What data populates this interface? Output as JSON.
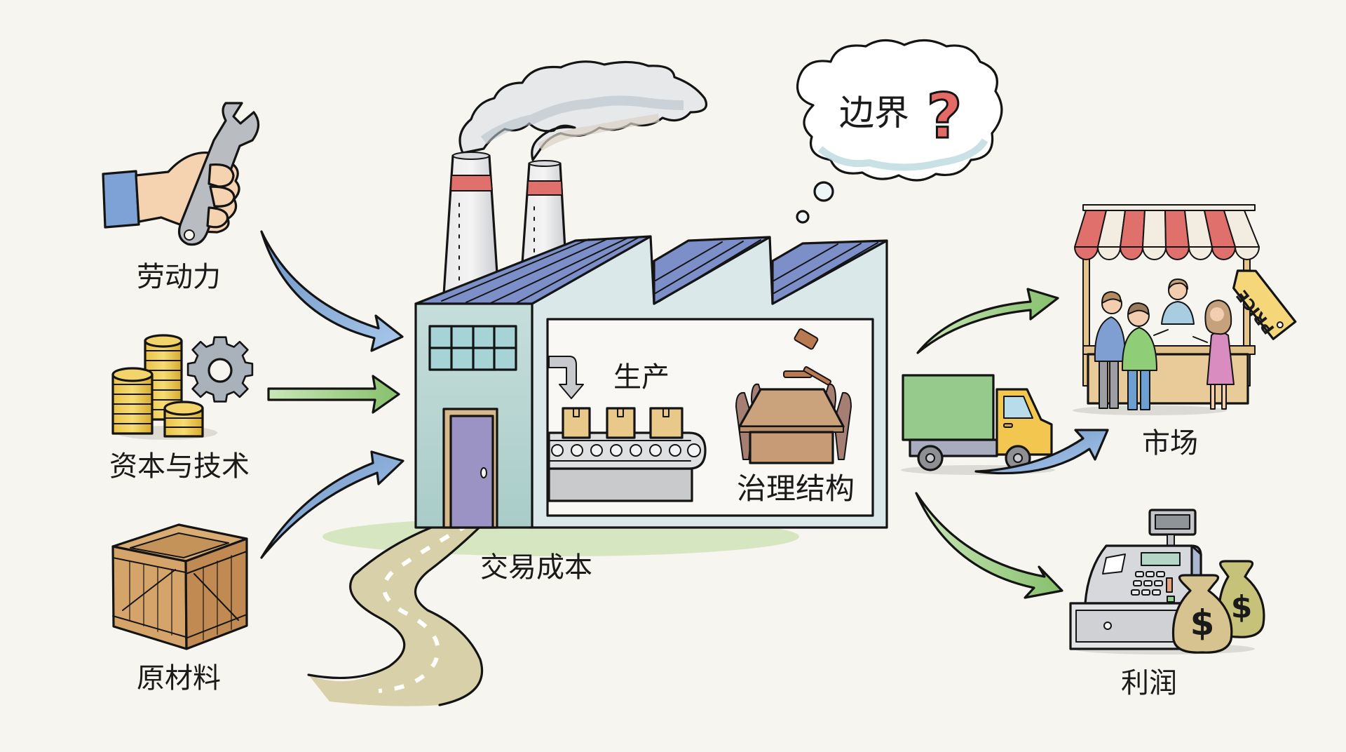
{
  "title": "企业边界与交易成本示意图",
  "colors": {
    "background": "#f7f5ef",
    "arrow_blue": "#8fb3dc",
    "arrow_green": "#94c97d",
    "factory_wall": "#b9d6d3",
    "factory_front": "#dbe8ea",
    "roof": "#7d8fc9",
    "smokestack_band": "#e0706c",
    "question_mark": "#e46a66",
    "truck_cargo": "#96c98c",
    "truck_cab": "#f2c64f",
    "awning_red": "#e0706c"
  },
  "inputs": [
    {
      "id": "labor",
      "label": "劳动力",
      "icon": "hand-wrench-icon"
    },
    {
      "id": "capital",
      "label": "资本与技术",
      "icon": "coins-gear-icon"
    },
    {
      "id": "materials",
      "label": "原材料",
      "icon": "wooden-crate-icon"
    }
  ],
  "factory": {
    "production_label": "生产",
    "governance_label": "治理结构",
    "transaction_cost_label": "交易成本",
    "thought": {
      "label": "边界",
      "symbol": "?"
    }
  },
  "outputs": [
    {
      "id": "market",
      "label": "市场",
      "icon": "market-stall-icon",
      "tag": "PRICE"
    },
    {
      "id": "profit",
      "label": "利润",
      "icon": "cash-register-icon",
      "bag_symbol": "$"
    }
  ]
}
